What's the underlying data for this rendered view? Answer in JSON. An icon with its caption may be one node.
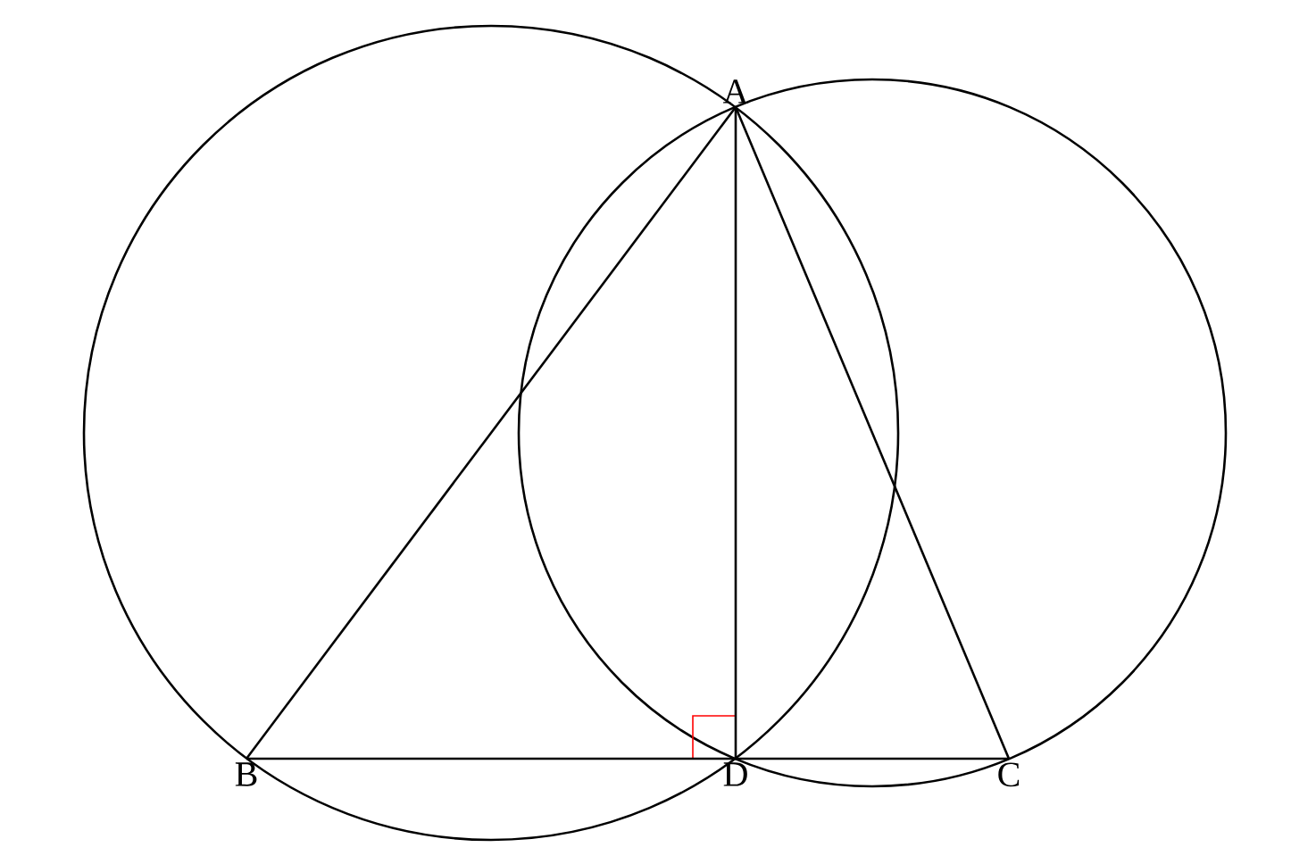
{
  "diagram": {
    "nodes": [
      {
        "text": [
          "A"
        ]
      },
      {
        "text": [
          "B"
        ]
      },
      {
        "text": [
          "D"
        ]
      },
      {
        "text": [
          "C"
        ]
      }
    ],
    "edges": [
      {
        "from": 0,
        "to": 1,
        "arrow": "none"
      },
      {
        "from": 0,
        "to": 2,
        "arrow": "none"
      },
      {
        "from": 0,
        "to": 3,
        "arrow": "none"
      },
      {
        "from": 1,
        "to": 2,
        "arrow": "none"
      },
      {
        "from": 2,
        "to": 3,
        "arrow": "none"
      }
    ]
  }
}
